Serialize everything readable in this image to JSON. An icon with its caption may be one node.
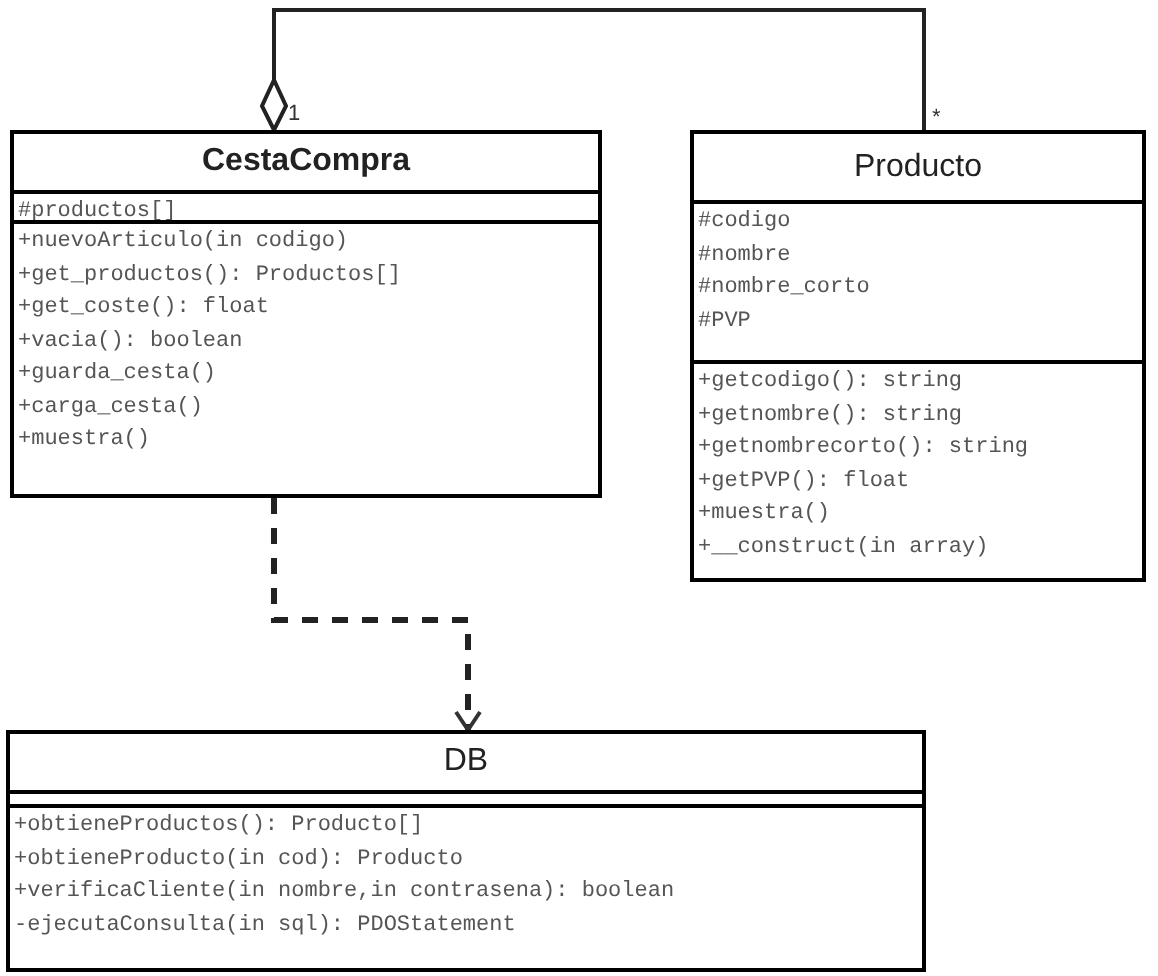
{
  "diagram": {
    "nodes": [
      {
        "text": [
          "CestaCompra"
        ]
      },
      {
        "text": [
          "#productos[]"
        ],
        "in": 0
      },
      {
        "text": [
          "+nuevoArticulo(in codigo)",
          "+get_productos(): Productos[]",
          "+get_coste(): float",
          "+vacia(): boolean",
          "+guarda_cesta()",
          "+carga_cesta()",
          "+muestra()"
        ],
        "in": 0
      },
      {
        "text": [
          "Producto"
        ]
      },
      {
        "text": [
          "#codigo",
          "#nombre",
          "#nombre_corto",
          "#PVP"
        ],
        "in": 3
      },
      {
        "text": [
          "+getcodigo(): string",
          "+getnombre(): string",
          "+getnombrecorto(): string",
          "+getPVP(): float",
          "+muestra()",
          "+__construct(in array)"
        ],
        "in": 3
      },
      {
        "text": [
          "DB"
        ]
      },
      {
        "text": [],
        "shape": "box",
        "in": 6
      },
      {
        "text": [
          "+obtieneProductos(): Producto[]",
          "+obtieneProducto(in cod): Producto",
          "+verificaCliente(in nombre,in contrasena): boolean",
          "-ejecutaConsulta(in sql): PDOStatement"
        ],
        "in": 6
      }
    ],
    "edges": [
      {
        "from": 0,
        "to": 3,
        "arrow": "other"
      },
      {
        "from": 0,
        "to": 6,
        "arrow": "to",
        "style": "dashed"
      }
    ],
    "labels": [
      "1",
      "*"
    ]
  }
}
